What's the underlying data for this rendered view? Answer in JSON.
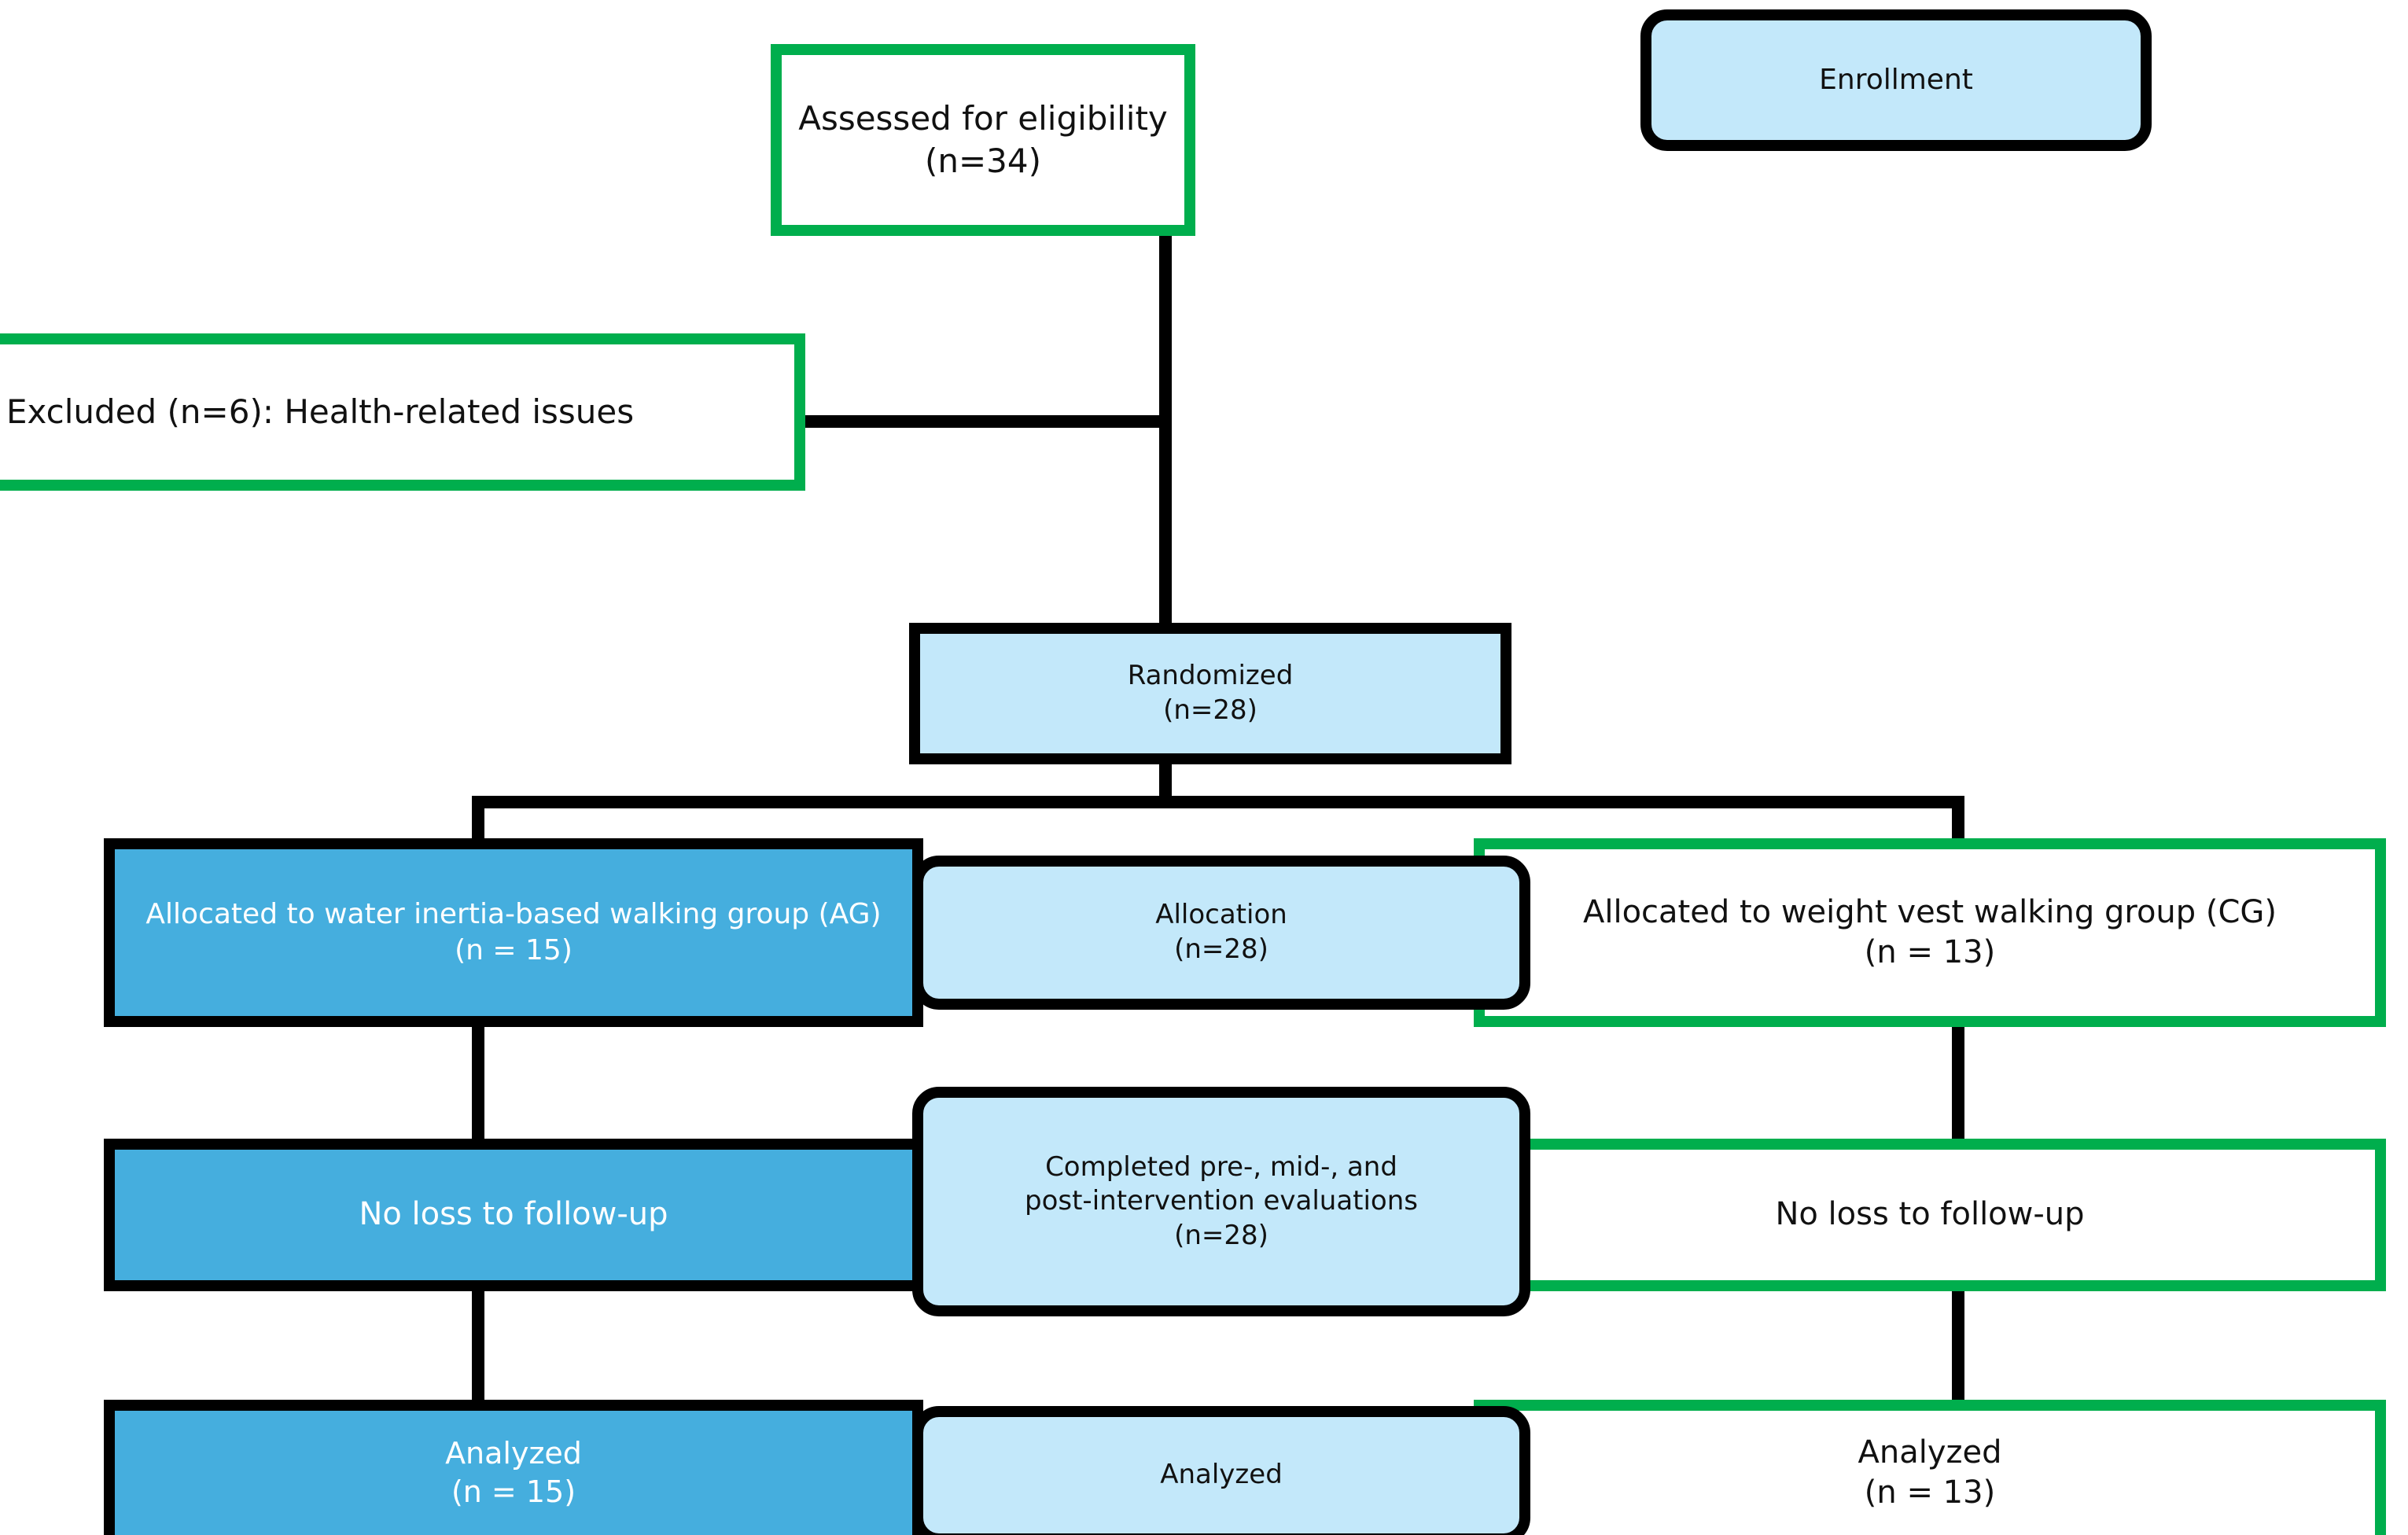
{
  "diagram": {
    "title": "CONSORT participant flow diagram",
    "colors": {
      "green_border": "#00AE4D",
      "light_blue_fill": "#C3E8FA",
      "mid_blue_fill": "#45AEDE",
      "black": "#000000",
      "white": "#FFFFFF"
    }
  },
  "stage_labels": {
    "enrollment": "Enrollment",
    "allocation": "Allocation\n(n=28)",
    "follow_up": "Completed pre-, mid-, and\npost-intervention evaluations\n(n=28)",
    "analysis": "Analyzed"
  },
  "enrollment": {
    "assessed": "Assessed for eligibility\n(n=34)",
    "excluded": "Excluded (n=6): Health-related issues",
    "randomized": "Randomized\n(n=28)"
  },
  "arms": {
    "intervention": {
      "allocated": "Allocated to water inertia-based walking group (AG)\n(n = 15)",
      "follow_up": "No loss to follow-up",
      "analyzed": "Analyzed\n(n = 15)"
    },
    "control": {
      "allocated": "Allocated to weight vest walking group (CG)\n(n = 13)",
      "follow_up": "No loss to follow-up",
      "analyzed": "Analyzed\n(n = 13)"
    }
  },
  "counts": {
    "assessed_n": 34,
    "excluded_n": 6,
    "randomized_n": 28,
    "ag_allocated_n": 15,
    "cg_allocated_n": 13,
    "completed_n": 28,
    "ag_analyzed_n": 15,
    "cg_analyzed_n": 13
  }
}
